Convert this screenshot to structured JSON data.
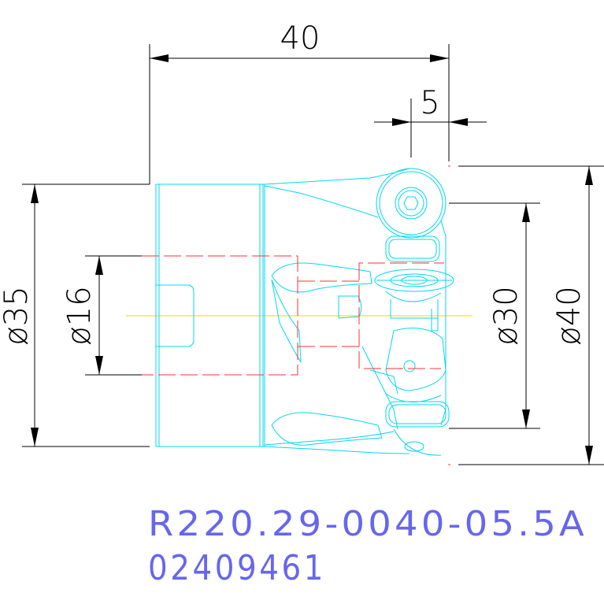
{
  "colors": {
    "background": "#ffffff",
    "dimension": "#000000",
    "outline": "#00ffff",
    "hidden": "#ff0000",
    "centerline": "#ffff00",
    "part_text": "#6666ee"
  },
  "dimensions": {
    "overall_length": "40",
    "insert_offset": "5",
    "shank_diameter": "ø35",
    "bore_diameter": "ø16",
    "inner_diameter": "ø30",
    "cutting_diameter": "ø40"
  },
  "part": {
    "designation": "R220.29-0040-05.5A",
    "code": "02409461"
  }
}
